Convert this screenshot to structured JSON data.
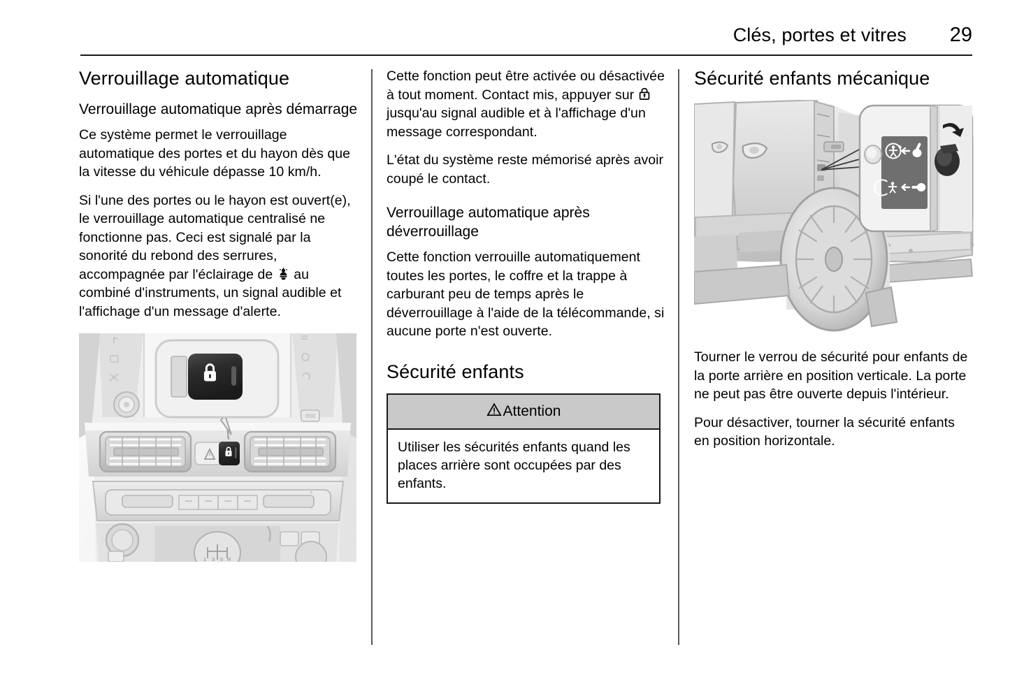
{
  "header": {
    "title": "Clés, portes et vitres",
    "page_number": "29"
  },
  "column1": {
    "section_title": "Verrouillage automatique",
    "subsection_title": "Verrouillage automatique après démarrage",
    "paragraph_1": "Ce système permet le verrouillage automatique des portes et du hayon dès que la vitesse du véhicule dépasse 10 km/h.",
    "paragraph_2_before_icon": "Si l'une des portes ou le hayon est ouvert(e), le verrouillage automatique centralisé ne fonctionne pas. Ceci est signalé par la sonorité du rebond des serrures, accompagnée par l'éclairage de ",
    "paragraph_2_after_icon": " au combiné d'instruments, un signal audible et l'affichage d'un message d'alerte.",
    "inline_icon_name": "central-locking-warning-icon",
    "figure_caption": "",
    "figure_name": "dashboard-center-console-lock-button-illustration"
  },
  "column2": {
    "paragraph_1_before_icon": "Cette fonction peut être activée ou désactivée à tout moment. Contact mis, appuyer sur ",
    "paragraph_1_after_icon": " jusqu'au signal audible et à l'affichage d'un message correspondant.",
    "inline_icon_name": "padlock-icon",
    "paragraph_2": "L'état du système reste mémorisé après avoir coupé le contact.",
    "subsection_title": "Verrouillage automatique après déverrouillage",
    "paragraph_3": "Cette fonction verrouille automatiquement toutes les portes, le coffre et la trappe à carburant peu de temps après le déverrouillage à l'aide de la télécommande, si aucune porte n'est ouverte.",
    "section_title": "Sécurité enfants",
    "attention": {
      "label": "Attention",
      "icon_name": "warning-triangle-icon",
      "text": "Utiliser les sécurités enfants quand les places arrière sont occupées par des enfants."
    }
  },
  "column3": {
    "section_title": "Sécurité enfants mécanique",
    "figure_name": "vehicle-rear-door-child-lock-illustration",
    "paragraph_1": "Tourner le verrou de sécurité pour enfants de la porte arrière en position verticale. La porte ne peut pas être ouverte depuis l'intérieur.",
    "paragraph_2": "Pour désactiver, tourner la sécurité enfants en position horizontale."
  },
  "colors": {
    "text": "#000000",
    "rule": "#1a1a1a",
    "divider": "#5b5b5b",
    "attention_header_bg": "#c9c9c9",
    "figure_gray_light": "#e6e6e6",
    "figure_gray_mid": "#bdbdbd",
    "figure_gray_dark": "#6f6f6f",
    "button_dark": "#2e2e2e"
  }
}
